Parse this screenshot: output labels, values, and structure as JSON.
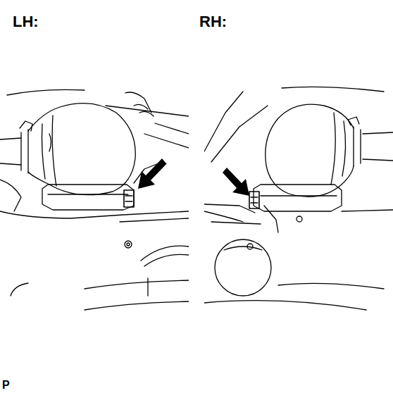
{
  "diagram": {
    "labels": [
      "LH:",
      "RH:",
      "P"
    ]
  }
}
